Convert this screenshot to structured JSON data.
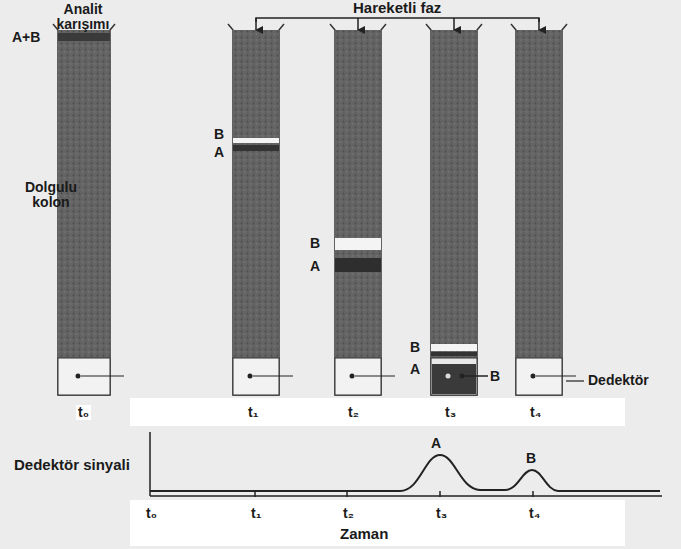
{
  "diagram": {
    "labels": [
      "Analit karışımı",
      "Hareketli faz",
      "A+B",
      "B",
      "A",
      "Dolgulu kolon",
      "B",
      "A",
      "B",
      "A",
      "B",
      "Dedektör",
      "t₀",
      "t₁",
      "t₂",
      "t₃",
      "t₄",
      "Dedektör sinyali",
      "A",
      "B",
      "t₀",
      "t₁",
      "t₂",
      "t₃",
      "t₄",
      "Zaman"
    ]
  }
}
